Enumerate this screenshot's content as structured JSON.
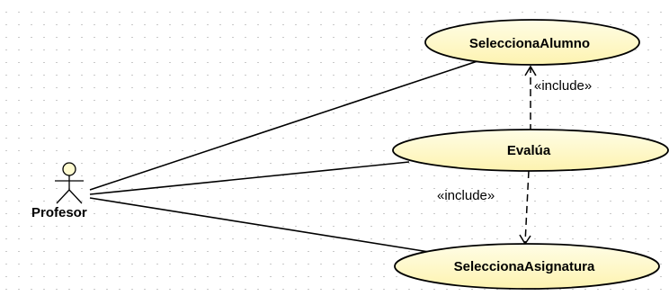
{
  "diagram": {
    "actor": {
      "name": "Profesor"
    },
    "use_cases": [
      {
        "id": "uc-selecciona-alumno",
        "name": "SeleccionaAlumno"
      },
      {
        "id": "uc-evalua",
        "name": "Evalúa"
      },
      {
        "id": "uc-selecciona-asignatura",
        "name": "SeleccionaAsignatura"
      }
    ],
    "relations": [
      {
        "from": "uc-evalua",
        "to": "uc-selecciona-alumno",
        "label": "«include»"
      },
      {
        "from": "uc-evalua",
        "to": "uc-selecciona-asignatura",
        "label": "«include»"
      }
    ],
    "colors": {
      "usecase_fill": "#fffbd0",
      "usecase_stroke": "#000000",
      "grid_dot": "#b8b8b8",
      "line": "#000000"
    }
  }
}
